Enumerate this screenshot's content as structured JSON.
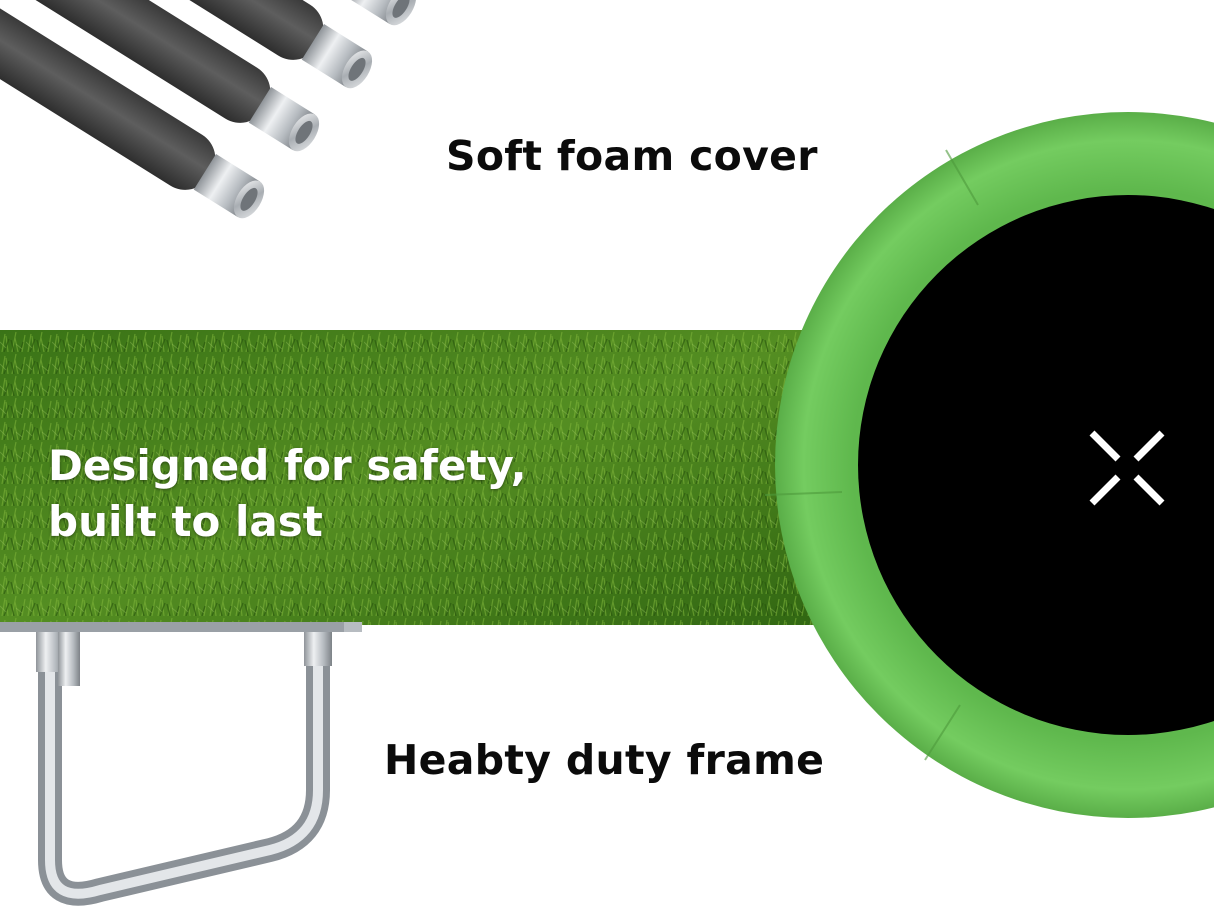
{
  "captions": {
    "foam": "Soft foam cover",
    "safety_line1": "Designed for safety,",
    "safety_line2": "built to last",
    "frame": "Heabty duty frame"
  },
  "icons": {
    "center_mark": "x-mark-icon"
  },
  "colors": {
    "background": "#ffffff",
    "grass": "#4a8a1e",
    "pad": "#6cc45a",
    "mat": "#000000",
    "foam": "#4b4b4b",
    "steel": "#bfc3c7",
    "caption_dark": "#0b0b0b",
    "caption_light": "#ffffff"
  }
}
